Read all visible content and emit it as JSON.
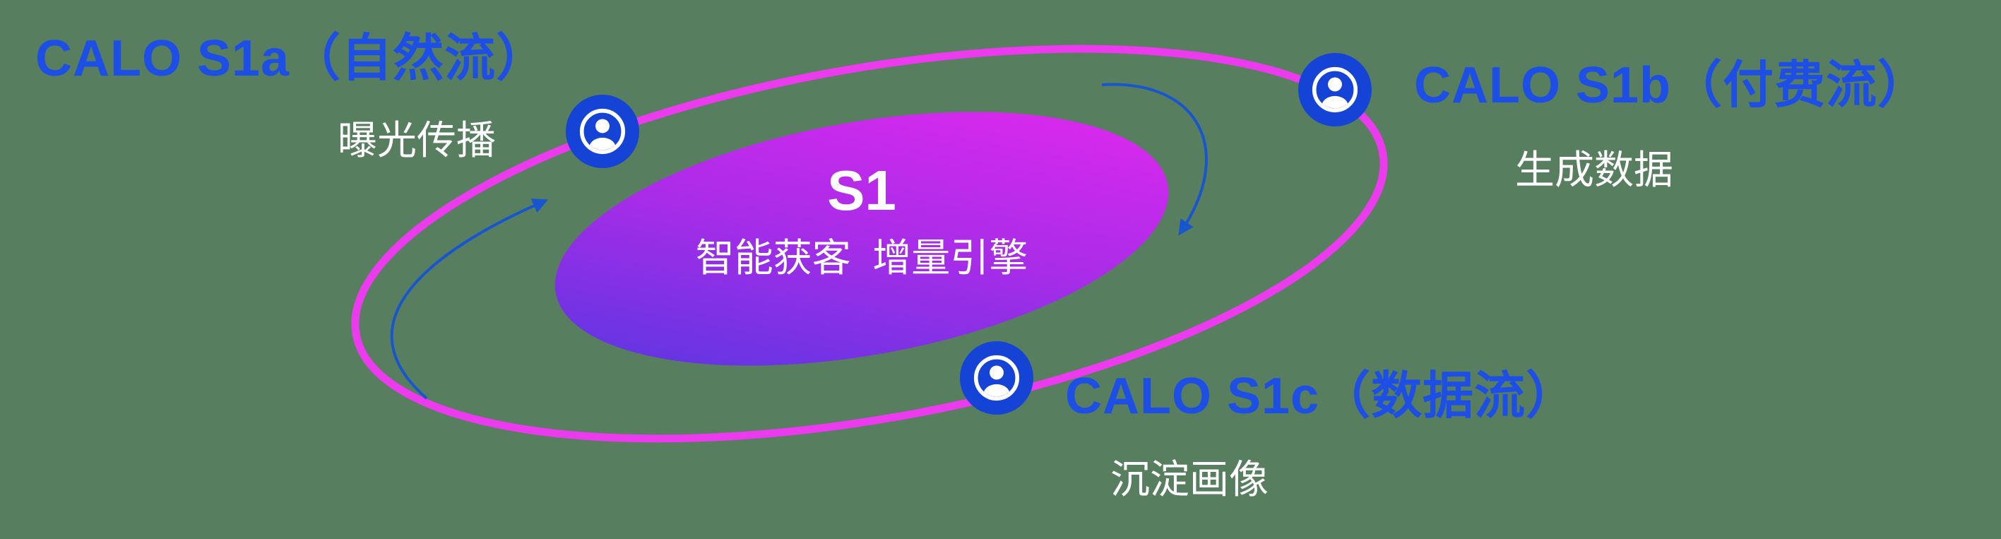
{
  "colors": {
    "background": "#587e60",
    "accent_blue": "#1d4fe6",
    "ring": "#ec3aee",
    "arrow": "#1756cf",
    "icon_disc": "#1443d6",
    "gradient_from": "#4c38e0",
    "gradient_mid": "#a82ce8",
    "gradient_to": "#ea28f0",
    "text_white": "#ffffff"
  },
  "center": {
    "title": "S1",
    "subtitle": "智能获客  增量引擎"
  },
  "nodes": [
    {
      "title": "CALO S1a（自然流）",
      "subtitle": "曝光传播",
      "icon": "person-icon"
    },
    {
      "title": "CALO S1b（付费流）",
      "subtitle": "生成数据",
      "icon": "person-icon"
    },
    {
      "title": "CALO S1c（数据流）",
      "subtitle": "沉淀画像",
      "icon": "person-icon"
    }
  ]
}
